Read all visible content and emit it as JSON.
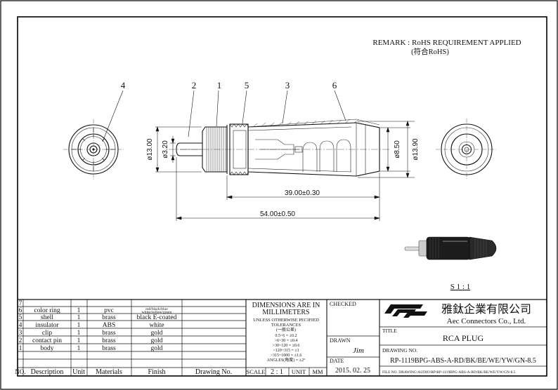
{
  "remark": {
    "line1": "REMARK : RoHS REQUIREMENT APPLIED",
    "line2": "(符合RoHS)"
  },
  "callouts": [
    "4",
    "2",
    "1",
    "5",
    "3",
    "6"
  ],
  "dimensions": {
    "d13": "ø13.00",
    "d320": "ø3.20",
    "d850": "ø8.50",
    "d1390": "ø13.90",
    "len39": "39.00±0.30",
    "len54": "54.00±0.50"
  },
  "scale_note": "S 1 : 1",
  "bom": {
    "headers": [
      "NO.",
      "Description",
      "Unit",
      "Materials",
      "Finish",
      "Drawing No."
    ],
    "rows": [
      {
        "no": "7",
        "desc": "",
        "unit": "",
        "mat": "",
        "finish": "",
        "finish2": ""
      },
      {
        "no": "6",
        "desc": "color ring",
        "unit": "1",
        "mat": "pvc",
        "finish": "red/black/blue",
        "finish2": "white/yellow/green"
      },
      {
        "no": "5",
        "desc": "shell",
        "unit": "1",
        "mat": "brass",
        "finish": "black E-coated",
        "finish2": ""
      },
      {
        "no": "4",
        "desc": "insulator",
        "unit": "1",
        "mat": "ABS",
        "finish": "white",
        "finish2": ""
      },
      {
        "no": "3",
        "desc": "clip",
        "unit": "1",
        "mat": "brass",
        "finish": "gold",
        "finish2": ""
      },
      {
        "no": "2",
        "desc": "contact pin",
        "unit": "1",
        "mat": "brass",
        "finish": "gold",
        "finish2": ""
      },
      {
        "no": "1",
        "desc": "body",
        "unit": "1",
        "mat": "brass",
        "finish": "gold",
        "finish2": ""
      }
    ]
  },
  "tolerance": {
    "title1": "DIMENSIONS ARE IN",
    "title2": "MILLIMETERS",
    "l1": "UNLESS OTHERWISE PECIFIED",
    "l2": "TOLERANCES",
    "l3": "(一般公差)",
    "l4": "0.5~6 = ±0.2",
    "l5": ">6~30 = ±0.4",
    "l6": ">30~120 = ±0.6",
    "l7": ">120~315 = ±1",
    "l8": ">315~1000 = ±1.6",
    "l9": "ANGLES(角度) = ±2°"
  },
  "scale_row": {
    "label": "SCALE",
    "value": "2 : 1",
    "unit_label": "UNIT",
    "unit_value": "MM"
  },
  "checked_label": "CHECKED",
  "drawn_label": "DRAWN",
  "drawn_by": "Jim",
  "date_label": "DATE",
  "date": "2015. 02. 25",
  "company": {
    "cn": "雅鈦企業有限公司",
    "en": "Aec Connectors Co., Ltd."
  },
  "title_label": "TITLE",
  "title": "RCA PLUG",
  "drawing_no_label": "DRAWING NO.",
  "drawing_no": "RP-1119BPG-ABS-A-RD/BK/BE/WE/YW/GN-8.5",
  "file_no": "FILE NO. DRAWING\\AUDIO\\RP\\RP-1119BPG-ABS-A-RD/BK/BE/WE/YW/GN-8.5"
}
